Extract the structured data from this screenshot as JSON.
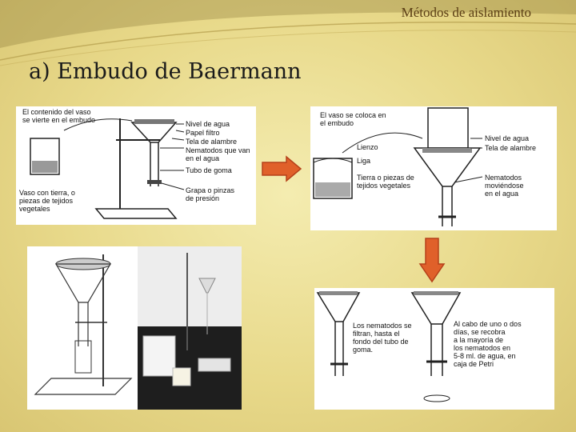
{
  "header": {
    "title": "Métodos de aislamiento"
  },
  "slide": {
    "title": "a) Embudo de Baermann"
  },
  "panel1": {
    "contenido": "El contenido del vaso\nse vierte en el embudo",
    "nivel": "Nivel de agua",
    "papel": "Papel filtro",
    "tela": "Tela de alambre",
    "nematodos": "Nematodos que van\nen el agua",
    "tubo": "Tubo de goma",
    "vaso": "Vaso con tierra, o\npiezas de tejidos\nvegetales",
    "grapa": "Grapa o pinzas\nde presión"
  },
  "panel2": {
    "vaso_coloca": "El vaso se coloca en\nel embudo",
    "lienzo": "Lienzo",
    "liga": "Liga",
    "tierra": "Tierra o piezas de\ntejidos vegetales",
    "nivel": "Nivel de agua",
    "tela": "Tela de alambre",
    "nematodos": "Nematodos\nmoviéndose\nen el agua"
  },
  "panel4": {
    "filtran": "Los nematodos se\nfiltran, hasta el\nfondo del tubo de\ngoma.",
    "cabo": "Al cabo de uno o dos\ndías, se recobra\na la mayoría de\nlos nematodos en\n5-8 ml. de agua, en\ncaja de Petri"
  },
  "colors": {
    "arrow": "#e0602a",
    "arrow_stroke": "#b5401a",
    "title_text": "#5a3d14"
  }
}
